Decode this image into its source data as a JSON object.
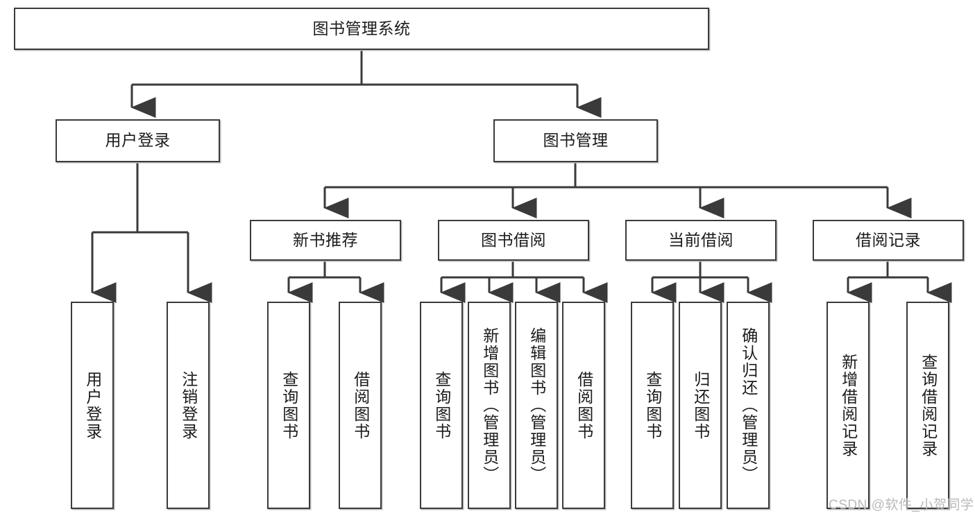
{
  "diagram": {
    "title": "图书管理系统",
    "type": "tree-hierarchy-chart",
    "colors": {
      "box_border": "#3a3a3a",
      "box_fill": "#ffffff",
      "connector": "#3a3a3a",
      "shadow": "#bdbdbd",
      "watermark": "#b9b9b9",
      "background": "#ffffff"
    },
    "root": {
      "label": "图书管理系统"
    },
    "level2": [
      {
        "label": "用户登录"
      },
      {
        "label": "图书管理"
      }
    ],
    "level3": [
      {
        "label": "新书推荐"
      },
      {
        "label": "图书借阅"
      },
      {
        "label": "当前借阅"
      },
      {
        "label": "借阅记录"
      }
    ],
    "leaves": {
      "user_login": [
        {
          "label": "用户登录"
        },
        {
          "label": "注销登录"
        }
      ],
      "new_book_recommend": [
        {
          "label": "查询图书"
        },
        {
          "label": "借阅图书"
        }
      ],
      "book_borrow": [
        {
          "label": "查询图书"
        },
        {
          "label": "新增图书（管理员）"
        },
        {
          "label": "编辑图书（管理员）"
        },
        {
          "label": "借阅图书"
        }
      ],
      "current_borrow": [
        {
          "label": "查询图书"
        },
        {
          "label": "归还图书"
        },
        {
          "label": "确认归还（管理员）"
        }
      ],
      "borrow_record": [
        {
          "label": "新增借阅记录"
        },
        {
          "label": "查询借阅记录"
        }
      ]
    }
  },
  "watermark": {
    "text": "CSDN @软件_小贺同学"
  }
}
